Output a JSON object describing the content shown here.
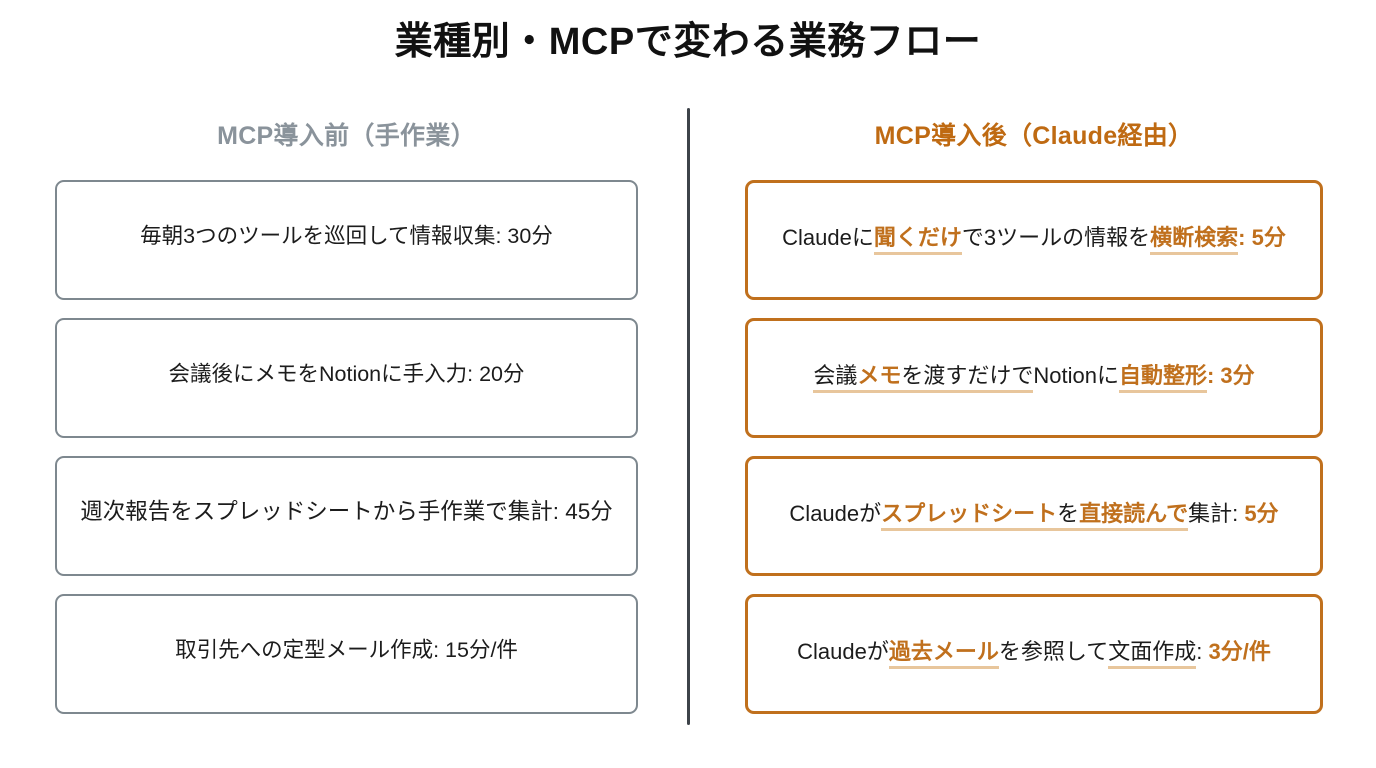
{
  "title": "業種別・MCPで変わる業務フロー",
  "columns": {
    "before": {
      "heading": "MCP導入前（手作業）",
      "color": "#8a939b",
      "border_color": "#7e888f",
      "items": [
        {
          "text": "毎朝3つのツールを巡回して情報収集: 30分"
        },
        {
          "text": "会議後にメモをNotionに手入力: 20分"
        },
        {
          "text": "週次報告をスプレッドシートから手作業で集計: 45分"
        },
        {
          "text": "取引先への定型メール作成: 15分/件"
        }
      ]
    },
    "after": {
      "heading": "MCP導入後（Claude経由）",
      "color": "#bf6a12",
      "border_color": "#c0701d",
      "items": [
        {
          "text": "Claudeに聞くだけで3ツールの情報を横断検索: 5分",
          "segments": [
            {
              "t": "Claudeに",
              "hl": false,
              "ul": false
            },
            {
              "t": "聞くだけ",
              "hl": true,
              "ul": true
            },
            {
              "t": "で3ツールの情報を",
              "hl": false,
              "ul": false
            },
            {
              "t": "横断検索",
              "hl": true,
              "ul": true
            },
            {
              "t": ": 5分",
              "hl": true,
              "ul": false
            }
          ]
        },
        {
          "text": "会議メモを渡すだけでNotionに自動整形: 3分",
          "segments": [
            {
              "t": "会議",
              "hl": false,
              "ul": true
            },
            {
              "t": "メモ",
              "hl": true,
              "ul": true
            },
            {
              "t": "を渡すだけで",
              "hl": false,
              "ul": true
            },
            {
              "t": "Notionに",
              "hl": false,
              "ul": false
            },
            {
              "t": "自動整形",
              "hl": true,
              "ul": true
            },
            {
              "t": ": 3分",
              "hl": true,
              "ul": false
            }
          ]
        },
        {
          "text": "Claudeがスプレッドシートを直接読んで集計: 5分",
          "segments": [
            {
              "t": "Claudeが",
              "hl": false,
              "ul": false
            },
            {
              "t": "スプレッドシート",
              "hl": true,
              "ul": true
            },
            {
              "t": "を",
              "hl": false,
              "ul": true
            },
            {
              "t": "直接読んで",
              "hl": true,
              "ul": true
            },
            {
              "t": "集計: ",
              "hl": false,
              "ul": false
            },
            {
              "t": "5分",
              "hl": true,
              "ul": false
            }
          ]
        },
        {
          "text": "Claudeが過去メールを参照して文面作成: 3分/件",
          "segments": [
            {
              "t": "Claudeが",
              "hl": false,
              "ul": false
            },
            {
              "t": "過去メール",
              "hl": true,
              "ul": true
            },
            {
              "t": "を参照して",
              "hl": false,
              "ul": false
            },
            {
              "t": "文面作成",
              "hl": false,
              "ul": true
            },
            {
              "t": ": ",
              "hl": false,
              "ul": false
            },
            {
              "t": "3分/件",
              "hl": true,
              "ul": false
            }
          ]
        }
      ]
    }
  }
}
